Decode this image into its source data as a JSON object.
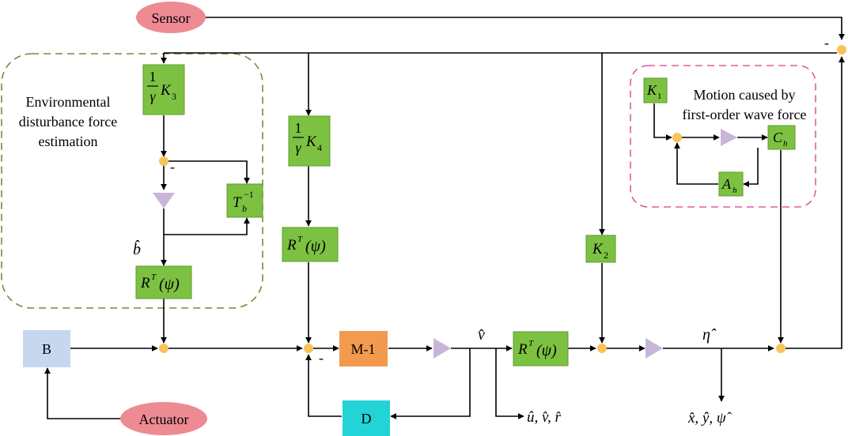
{
  "nodes": {
    "sensor": "Sensor",
    "actuator": "Actuator",
    "b_block": "B",
    "m_inv": "M-1",
    "d_block": "D"
  },
  "regions": {
    "env_line1": "Environmental",
    "env_line2": "disturbance force",
    "env_line3": "estimation",
    "wave_line1": "Motion caused by",
    "wave_line2": "first-order wave force"
  },
  "blocks": {
    "k3_frac": "1",
    "k3_den": "γ",
    "k3_sym": "K",
    "k3_sub": "3",
    "k4_frac": "1",
    "k4_den": "γ",
    "k4_sym": "K",
    "k4_sub": "4",
    "tb_sym": "T",
    "tb_sub": "b",
    "tb_sup": "−1",
    "rt": "R",
    "rt_sup": "T",
    "rt_arg": "(ψ)",
    "k1_sym": "K",
    "k1_sub": "1",
    "k2_sym": "K",
    "k2_sub": "2",
    "ch_sym": "C",
    "ch_sub": "h",
    "ah_sym": "A",
    "ah_sub": "h"
  },
  "signals": {
    "b_hat": "b̂",
    "v_hat": "v̂",
    "eta_hat": "η̂",
    "uvr": "û, v̂, r̂",
    "xypsi": "x̂, ŷ, ψ̂",
    "minus": "-"
  },
  "colors": {
    "green": "#7dc142",
    "sensor_actuator": "#ee8a92",
    "b_block": "#c5d8ef",
    "m_inv": "#f39a4e",
    "d_block": "#22d3d8",
    "junction": "#f7c35a",
    "integrator": "#c7b6d8",
    "env_border": "#6e8f3a",
    "wave_border": "#e25aa0"
  }
}
